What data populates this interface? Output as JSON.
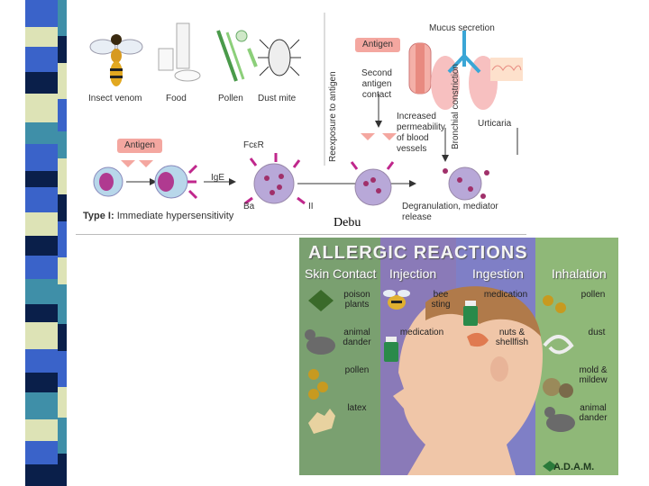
{
  "figure_top": {
    "allergens": [
      "Insect venom",
      "Food",
      "Pollen",
      "Dust mite"
    ],
    "antigen_tag": "Antigen",
    "antigen_tag_2": "Antigen",
    "ige": "IgE",
    "fcer": "FcεR",
    "reexposure": "Reexposure to antigen",
    "second_contact": "Second antigen contact",
    "mucus": "Mucus secretion",
    "bronchial": "Bronchial constriction",
    "permeability": "Increased permeability of blood vessels",
    "urticaria": "Urticaria",
    "degranulation": "Degranulation, mediator release",
    "type_bold": "Type I:",
    "type_text": "Immediate hypersensitivity",
    "ba": "Ba",
    "roman": "II",
    "overlay": "Debu"
  },
  "poster": {
    "title": "ALLERGIC REACTIONS",
    "columns": [
      "Skin Contact",
      "Injection",
      "Ingestion",
      "Inhalation"
    ],
    "skin": [
      "poison plants",
      "animal dander",
      "pollen",
      "latex"
    ],
    "injection": [
      "bee sting",
      "medication"
    ],
    "ingestion": [
      "medication",
      "nuts & shellfish"
    ],
    "inhalation": [
      "pollen",
      "dust",
      "mold & mildew",
      "animal dander"
    ],
    "credit": "A.D.A.M."
  },
  "colors": {
    "stripe_blue": "#3a63c9",
    "stripe_light": "#dde3b6",
    "stripe_dark": "#0a1f4a",
    "stripe_teal": "#3f8fa8",
    "antigen_tag": "#f4a7a0",
    "cell_purple": "#b8a8d8",
    "ige_magenta": "#c0278c",
    "poster_skin": "#7aa070",
    "poster_injection": "#8a7ab8",
    "poster_ingestion": "#7f7fc6",
    "poster_inhalation": "#8fb878"
  }
}
